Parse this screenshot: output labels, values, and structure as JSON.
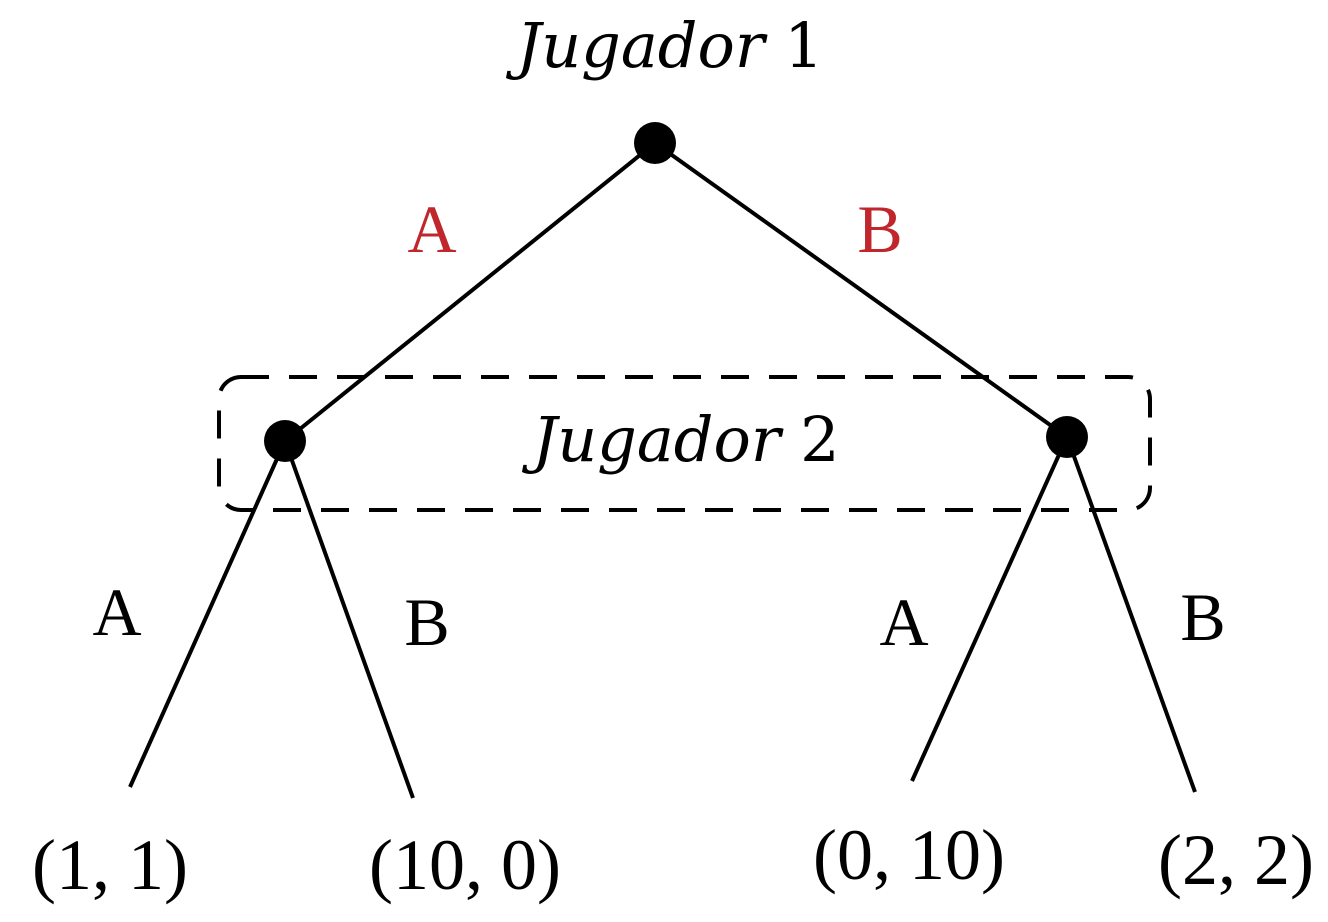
{
  "players": {
    "p1": {
      "name": "Jugador",
      "number": "1"
    },
    "p2": {
      "name": "Jugador",
      "number": "2"
    }
  },
  "actions": {
    "root_left": "A",
    "root_right": "B",
    "left_left": "A",
    "left_right": "B",
    "right_left": "A",
    "right_right": "B"
  },
  "payoffs": {
    "ll": "(1, 1)",
    "lr": "(10, 0)",
    "rl": "(0, 10)",
    "rr": "(2, 2)"
  },
  "colors": {
    "highlight": "#c0272d",
    "line": "#000000"
  }
}
